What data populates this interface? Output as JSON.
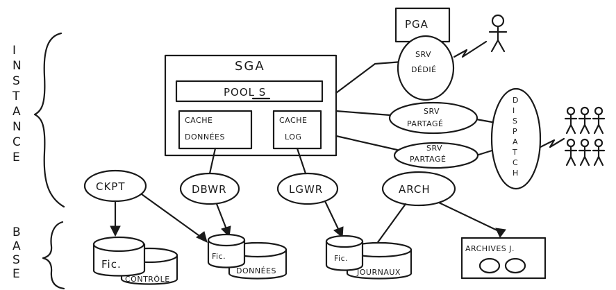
{
  "labels": {
    "instance": "INSTANCE",
    "base": "BASE",
    "sga": "SGA",
    "pool": "POOL S",
    "cache_donnees_1": "CACHE",
    "cache_donnees_2": "DONNÉES",
    "cache_log_1": "CACHE",
    "cache_log_2": "LOG",
    "pga": "PGA",
    "srv_dedie_1": "SRV",
    "srv_dedie_2": "DÉDIÉ",
    "srv_partage1_1": "SRV",
    "srv_partage1_2": "PARTAGÉ",
    "srv_partage2_1": "SRV",
    "srv_partage2_2": "PARTAGÉ",
    "dispatch": "DISPATCH",
    "ckpt": "CKPT",
    "dbwr": "DBWR",
    "lgwr": "LGWR",
    "arch": "ARCH",
    "fic_controle": "Fic.",
    "controle": "CONTRÔLE",
    "fic_donnees": "Fic.",
    "donnees": "DONNÉES",
    "fic_journaux": "Fic.",
    "journaux": "JOURNAUX",
    "archives": "ARCHIVES J."
  }
}
